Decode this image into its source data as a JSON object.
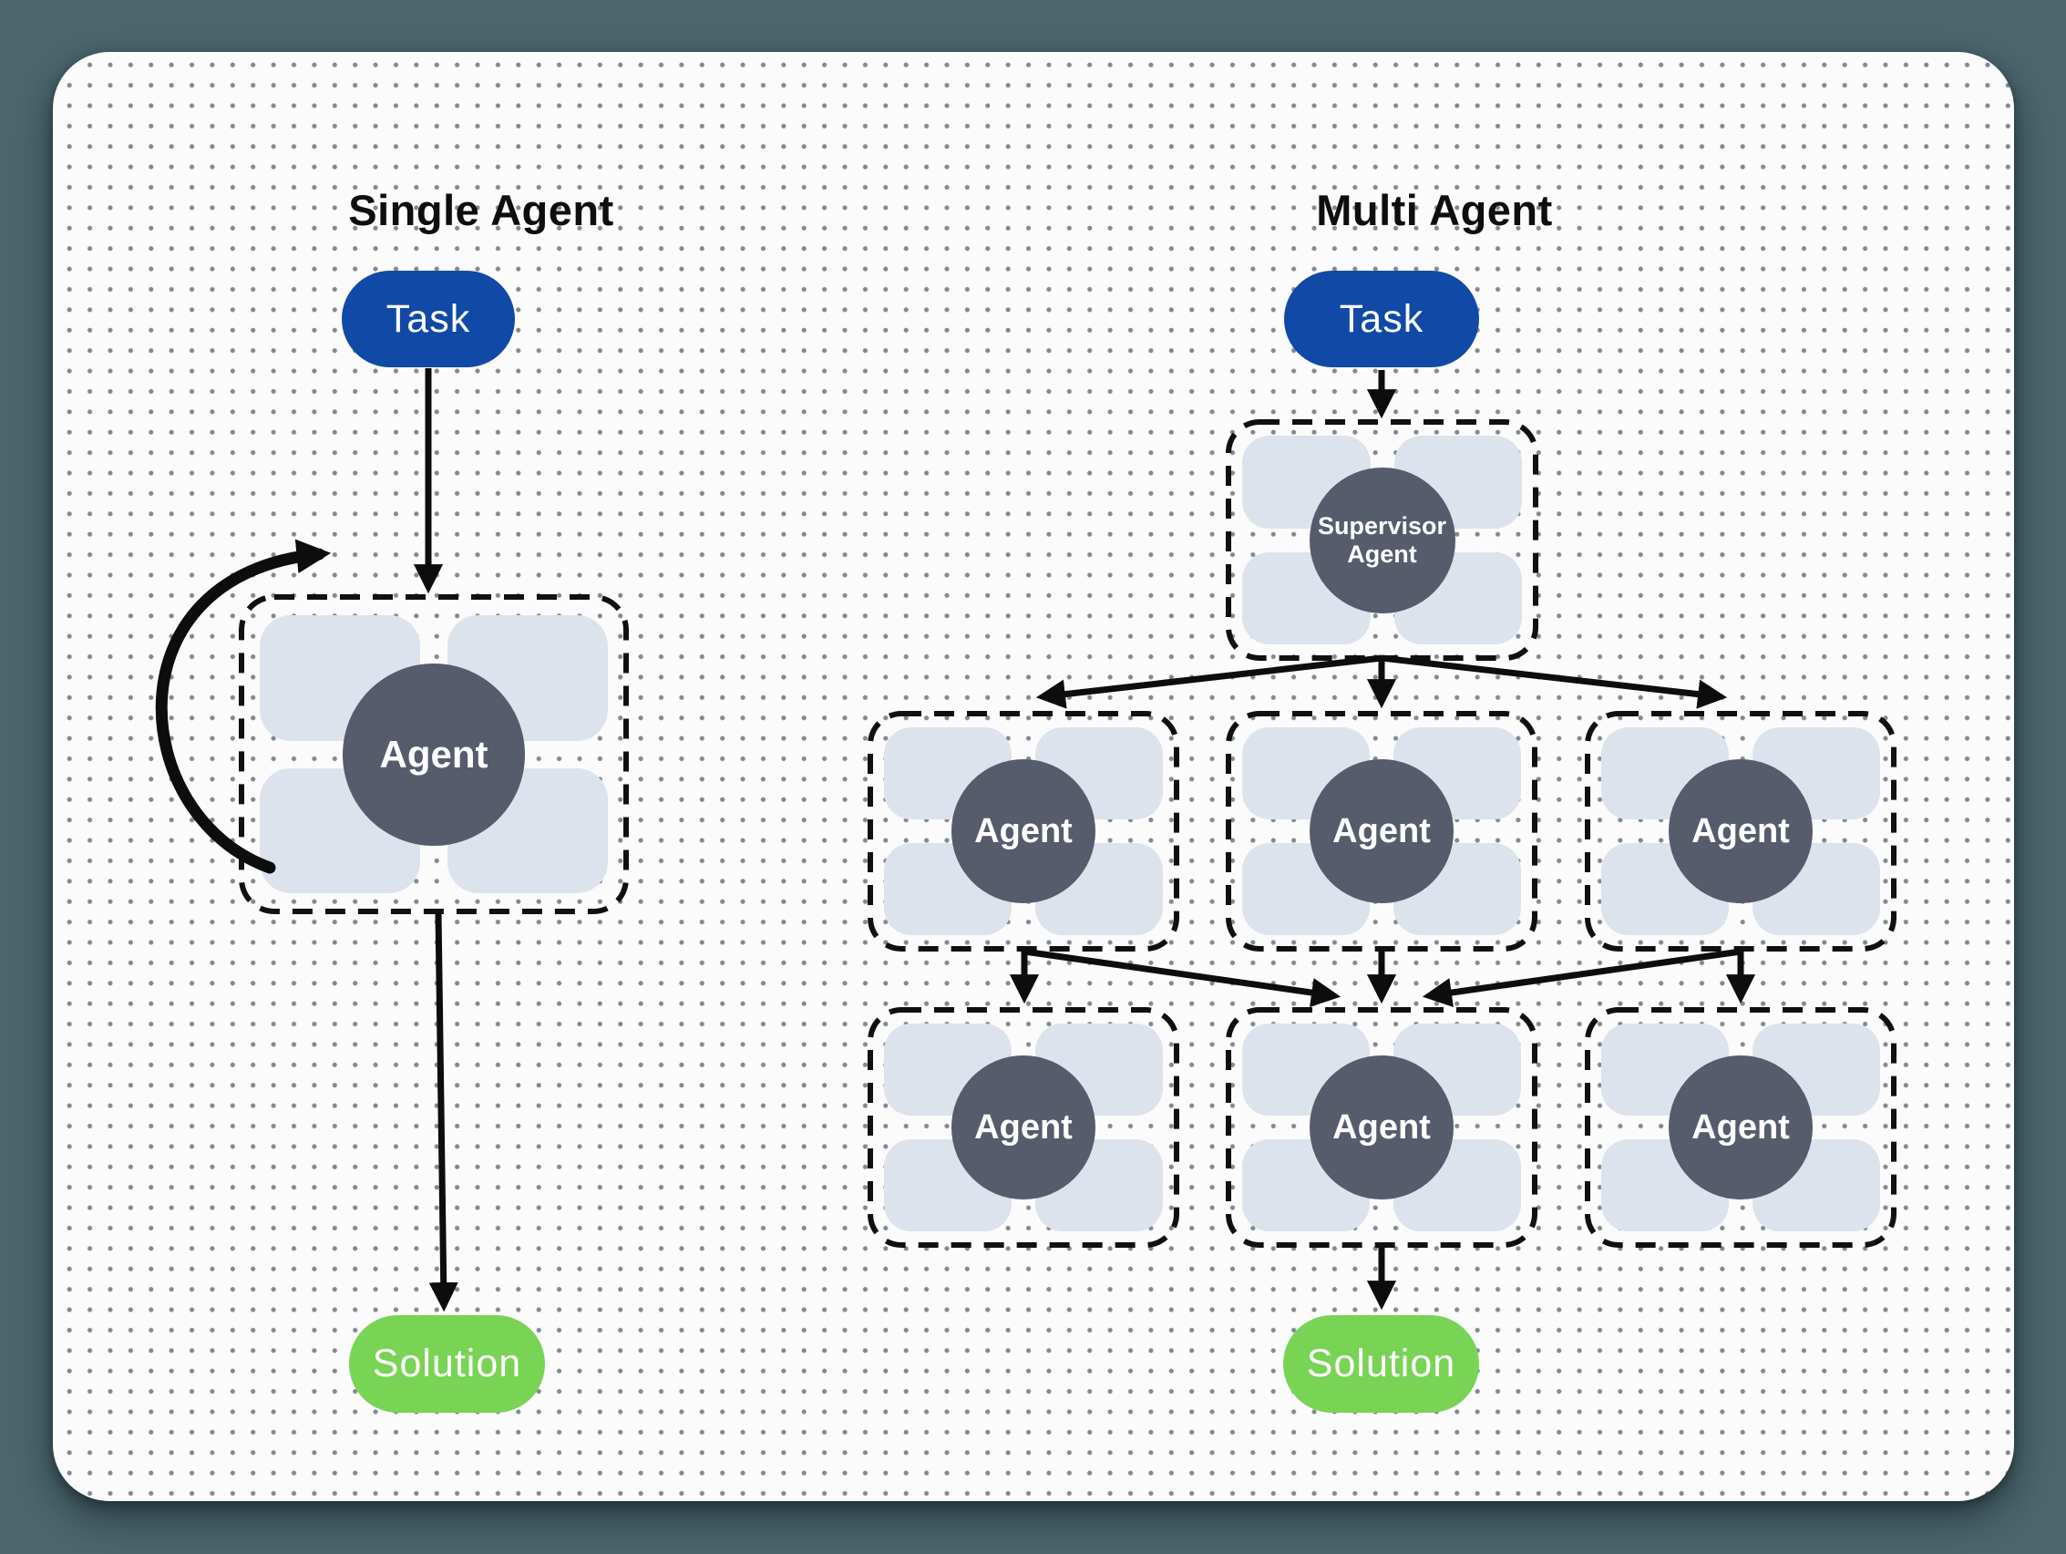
{
  "colors": {
    "outer_background": "#4c666e",
    "canvas_background": "#fbfbfb",
    "dot_grid": "#646c74",
    "task_pill": "#114aa6",
    "solution_pill": "#79d355",
    "agent_circle": "#565c6b",
    "tool_slot": "#dde3ec",
    "stroke": "#0d0d0d"
  },
  "single": {
    "title": "Single Agent",
    "task_label": "Task",
    "agent_label": "Agent",
    "solution_label": "Solution",
    "edges": [
      {
        "from": "task",
        "to": "agent"
      },
      {
        "from": "agent",
        "to": "agent",
        "type": "self-loop"
      },
      {
        "from": "agent",
        "to": "solution"
      }
    ]
  },
  "multi": {
    "title": "Multi Agent",
    "task_label": "Task",
    "supervisor_label": "Supervisor Agent",
    "agent_labels": [
      "Agent",
      "Agent",
      "Agent",
      "Agent",
      "Agent",
      "Agent"
    ],
    "solution_label": "Solution",
    "edges": [
      {
        "from": "task",
        "to": "supervisor"
      },
      {
        "from": "supervisor",
        "to": "agent-row1-left"
      },
      {
        "from": "supervisor",
        "to": "agent-row1-middle"
      },
      {
        "from": "supervisor",
        "to": "agent-row1-right"
      },
      {
        "from": "agent-row1-left",
        "to": "agent-row2-left"
      },
      {
        "from": "agent-row1-left",
        "to": "agent-row2-middle"
      },
      {
        "from": "agent-row1-middle",
        "to": "agent-row2-middle"
      },
      {
        "from": "agent-row1-right",
        "to": "agent-row2-middle"
      },
      {
        "from": "agent-row1-right",
        "to": "agent-row2-right"
      },
      {
        "from": "agent-row2-middle",
        "to": "solution"
      }
    ]
  }
}
